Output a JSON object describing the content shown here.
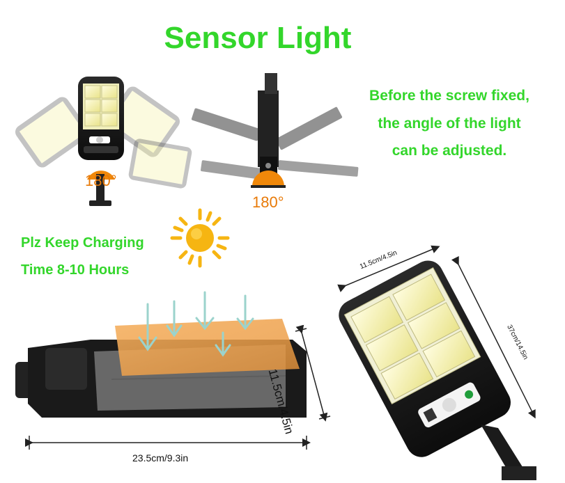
{
  "title": "Sensor Light",
  "adjust_note": {
    "line1": "Before the screw fixed,",
    "line2": "the angle of the light",
    "line3": "can be adjusted."
  },
  "angle_left": "180°",
  "angle_right": "180°",
  "charging_note": {
    "line1": "Plz Keep Charging",
    "line2": "Time 8-10 Hours"
  },
  "dimensions": {
    "panel_height": "11.5cm/4.5in",
    "panel_length": "23.5cm/9.3in",
    "lamp_width": "11.5cm/4.5in",
    "lamp_length": "37cm/14.5in"
  },
  "colors": {
    "accent_green": "#33d62b",
    "hinge_orange": "#f0880a",
    "lamp_black": "#1b1b1b",
    "led_yellow": "#f5f2a6"
  },
  "icons": [
    "sun-icon",
    "arrow-down-icon",
    "dimension-arrow-icon"
  ]
}
